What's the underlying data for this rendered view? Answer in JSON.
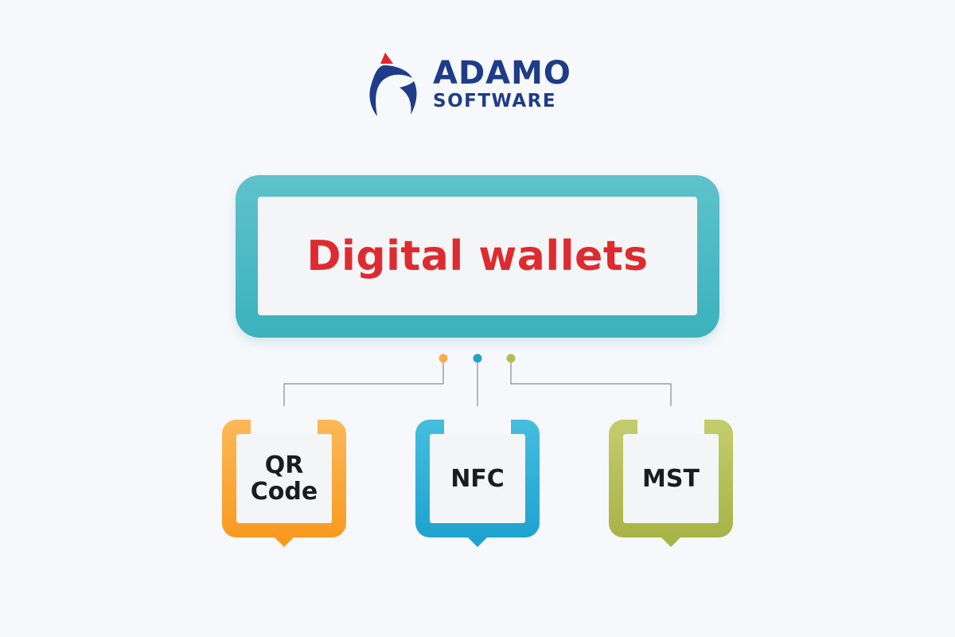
{
  "logo": {
    "line1": "ADAMO",
    "line2": "SOFTWARE",
    "icon": "adamo-swoosh-logo-icon"
  },
  "main": {
    "title": "Digital wallets"
  },
  "options": [
    {
      "label": "QR Code",
      "color": "#f99a1f"
    },
    {
      "label": "NFC",
      "color": "#1ea3cf"
    },
    {
      "label": "MST",
      "color": "#a8b347"
    }
  ],
  "colors": {
    "background": "#f7f8fc",
    "brand_blue": "#1f3c88",
    "brand_red": "#e1262b",
    "main_frame": "#47b8c2",
    "title_red": "#de2b2f",
    "connector_gray": "#8a8a8a"
  }
}
